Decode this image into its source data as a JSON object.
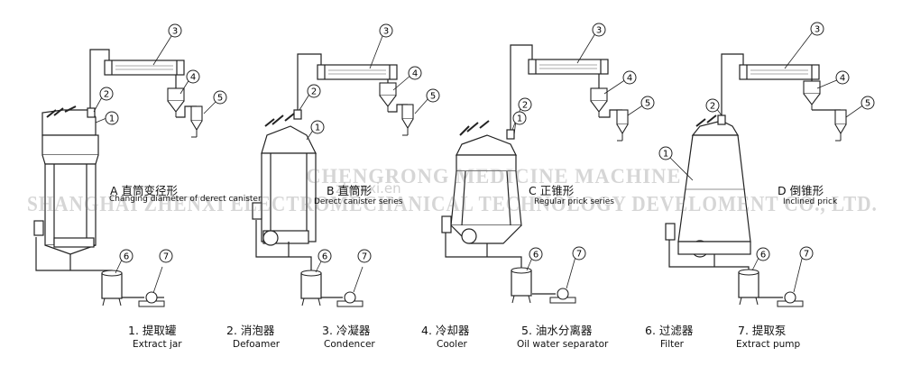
{
  "watermark": {
    "line1": "CHENGRONG MEDICINE MACHINE",
    "line2": "SHANGHAI ZHENXI ELECTROMECHANICAL TECHNOLOGY DEVELOMENT CO., LTD.",
    "site": "zhenxi.en"
  },
  "callout_numbers": [
    "1",
    "2",
    "3",
    "4",
    "5",
    "6",
    "7"
  ],
  "types": [
    {
      "letter_label": "A 直筒变径形",
      "english": "Changing diameter of derect canister"
    },
    {
      "letter_label": "B 直筒形",
      "english": "Derect canister series"
    },
    {
      "letter_label": "C 正锥形",
      "english": "Regular prick series"
    },
    {
      "letter_label": "D 倒锥形",
      "english": "Inclined prick"
    }
  ],
  "legend": [
    {
      "zh": "1. 提取罐",
      "en": "Extract jar"
    },
    {
      "zh": "2. 消泡器",
      "en": "Defoamer"
    },
    {
      "zh": "3. 冷凝器",
      "en": "Condencer"
    },
    {
      "zh": "4. 冷却器",
      "en": "Cooler"
    },
    {
      "zh": "5. 油水分离器",
      "en": "Oil water separator"
    },
    {
      "zh": "6. 过滤器",
      "en": "Filter"
    },
    {
      "zh": "7. 提取泵",
      "en": "Extract pump"
    }
  ]
}
